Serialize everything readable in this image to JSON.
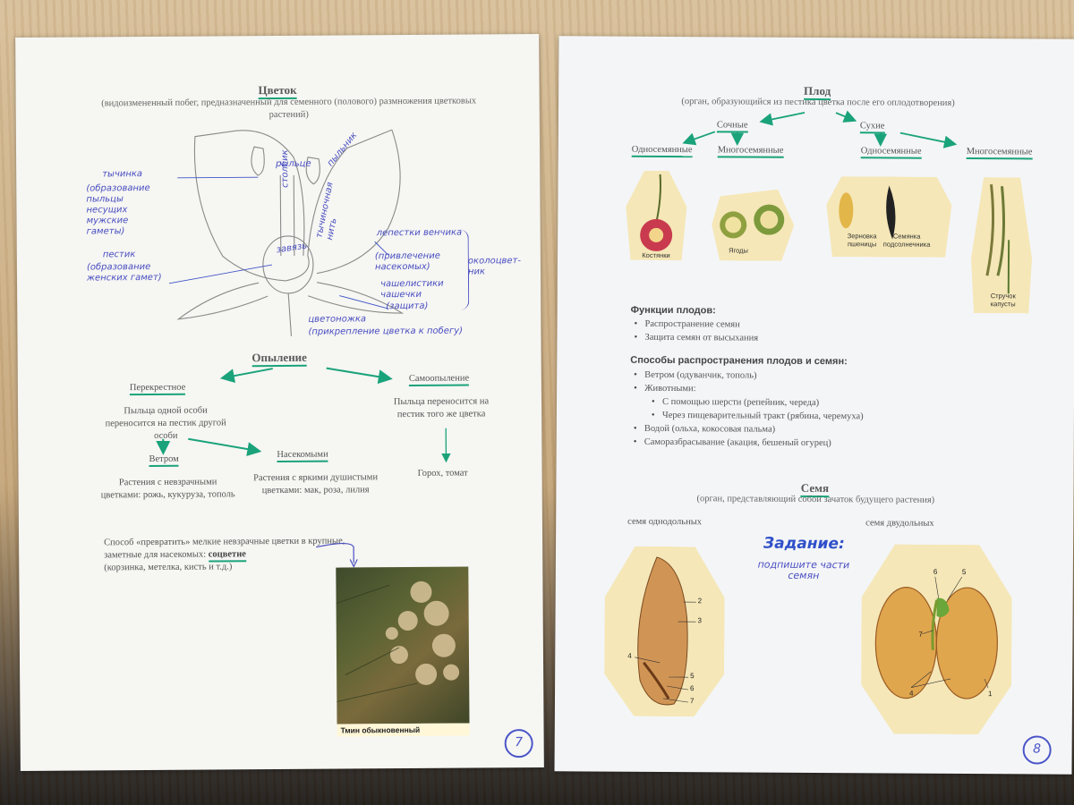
{
  "left_page": {
    "flower": {
      "title": "Цветок",
      "subtitle": "(видоизмененный побег, предназначенный для семенного (полового) размножения цветковых растений)"
    },
    "hand_labels": {
      "tychinka": "тычинка",
      "tychinka_note": "(образование пыльцы несущих мужские гаметы)",
      "pestik": "пестик",
      "pestik_note": "(образование женских гамет)",
      "rylce": "рыльце",
      "stolbik": "столбик",
      "pylnik": "пыльник",
      "tychinochnaya_nit": "тычиночная нить",
      "zavyaz": "завязь",
      "lepestok": "лепестки венчика",
      "lepestok_note": "(привлечение насекомых)",
      "chashelistik": "чашелистики чашечки",
      "chashelistik_note": "(защита)",
      "okolocvetnik": "околоцвет-ник",
      "cvetonozhka": "цветоножка",
      "cvetonozhka_note": "(прикрепление цветка к побегу)"
    },
    "pollination": {
      "title": "Опыление",
      "cross": "Перекрестное",
      "cross_desc": "Пыльца одной особи переносится на пестик другой особи",
      "self": "Самоопыление",
      "self_desc": "Пыльца переносится на пестик того же цветка",
      "self_example": "Горох, томат",
      "wind": "Ветром",
      "wind_desc": "Растения с невзрачными цветками: рожь, кукуруза, тополь",
      "insects": "Насекомыми",
      "insects_desc": "Растения с яркими душистыми цветками: мак, роза, лилия"
    },
    "inflorescence": {
      "text_before": "Способ «превратить» мелкие невзрачные цветки в крупные, заметные для насекомых:",
      "term": "соцветие",
      "examples": "(корзинка, метелка, кисть и т.д.)"
    },
    "photo_caption": "Тмин обыкновенный",
    "page_number": "7"
  },
  "right_page": {
    "fruit": {
      "title": "Плод",
      "subtitle": "(орган, образующийся из пестика цветка после его оплодотворения)",
      "juicy": "Сочные",
      "dry": "Сухие",
      "one_seed_1": "Односемянные",
      "many_seed_1": "Многосемянные",
      "one_seed_2": "Односемянные",
      "many_seed_2": "Многосемянные"
    },
    "fruit_captions": {
      "kostyanki": "Костянки",
      "yagody": "Ягоды",
      "zernovka": "Зерновка пшеницы",
      "semyanka": "Семянка подсолнечника",
      "struchok": "Стручок капусты"
    },
    "functions": {
      "title": "Функции плодов:",
      "items": [
        "Распространение семян",
        "Защита семян от высыхания"
      ]
    },
    "dispersal": {
      "title": "Способы распространения плодов и семян:",
      "items": [
        "Ветром (одуванчик, тополь)",
        "Животными:",
        "Водой (ольха, кокосовая пальма)",
        "Саморазбрасывание (акация, бешеный огурец)"
      ],
      "sub_items": [
        "С помощью шерсти (репейник, череда)",
        "Через пищеварительный тракт (рябина, черемуха)"
      ]
    },
    "seed": {
      "title": "Семя",
      "subtitle": "(орган, представляющий собой зачаток будущего растения)",
      "mono": "семя однодольных",
      "di": "семя двудольных"
    },
    "task": {
      "title": "Задание:",
      "text": "подпишите части семян"
    },
    "mono_numbers": [
      "2",
      "3",
      "4",
      "5",
      "6",
      "7"
    ],
    "di_numbers": [
      "6",
      "5",
      "7",
      "4",
      "1"
    ],
    "page_number": "8"
  }
}
